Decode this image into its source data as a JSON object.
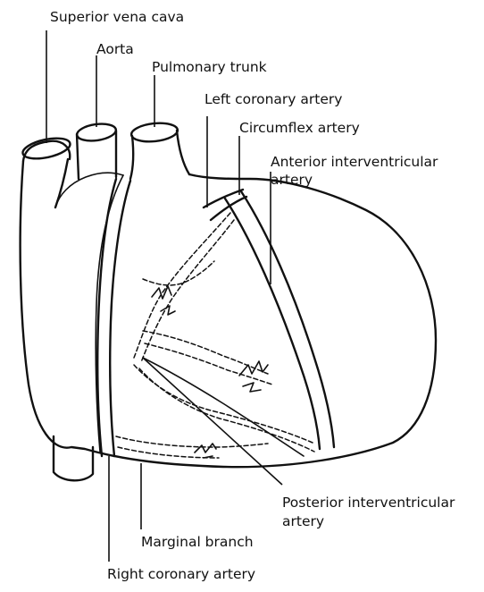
{
  "labels": {
    "superior_vena_cava": "Superior vena cava",
    "aorta": "Aorta",
    "pulmonary_trunk": "Pulmonary trunk",
    "left_coronary_artery": "Left coronary artery",
    "circumflex_artery": "Circumflex artery",
    "anterior_interventricular_artery_line1": "Anterior interventricular",
    "anterior_interventricular_artery_line2": "artery",
    "posterior_interventricular_artery_line1": "Posterior interventricular",
    "posterior_interventricular_artery_line2": "artery",
    "marginal_branch": "Marginal branch",
    "right_coronary_artery": "Right coronary artery"
  }
}
